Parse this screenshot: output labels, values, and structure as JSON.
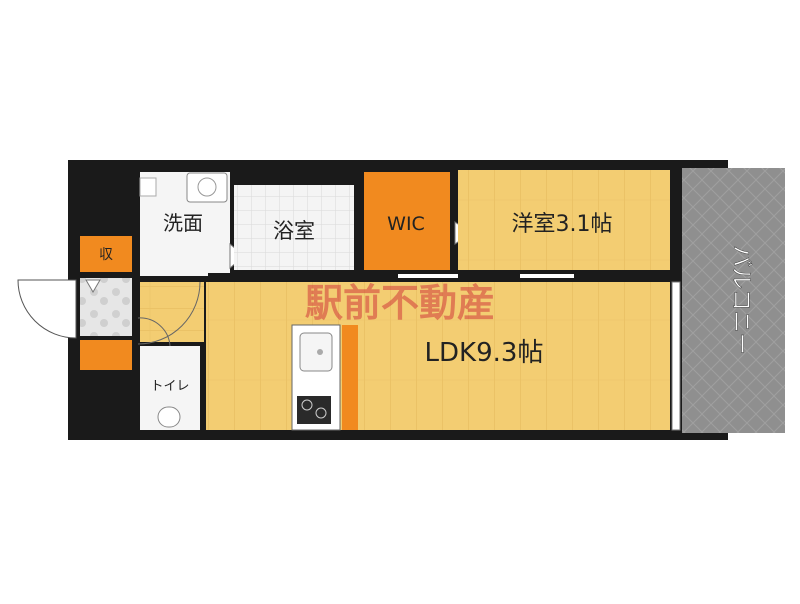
{
  "rooms": {
    "washroom": "洗面",
    "bathroom": "浴室",
    "wic": "WIC",
    "western_room": "洋室3.1帖",
    "storage": "収",
    "toilet": "トイレ",
    "ldk": "LDK9.3帖",
    "balcony": "バルコニー"
  },
  "watermark": "駅前不動産",
  "colors": {
    "wall": "#1a1a1a",
    "floor_wood": "#f3cd72",
    "floor_wood_line": "#e1b355",
    "wic_orange": "#f18a1f",
    "balcony_gray": "#8f8f8f",
    "tile_light": "#f1f1f1",
    "watermark_red": "#d03a3a"
  }
}
